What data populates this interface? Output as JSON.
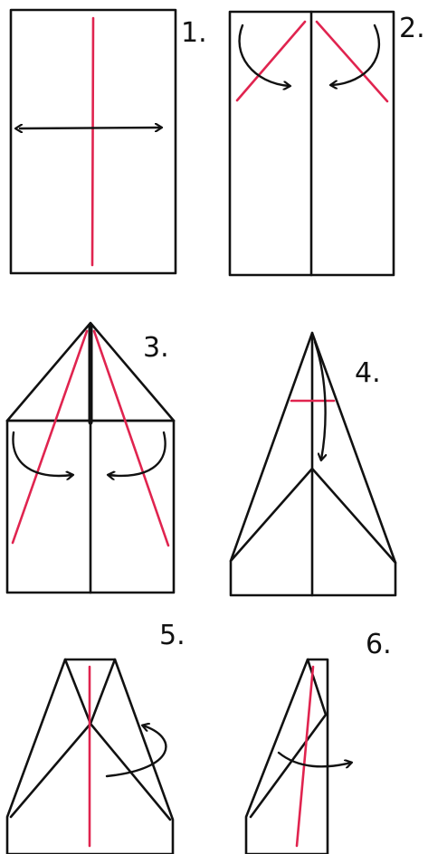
{
  "colors": {
    "ink": "#111111",
    "crease": "#e0244f",
    "background": "#ffffff"
  },
  "steps": [
    {
      "label": "1."
    },
    {
      "label": "2."
    },
    {
      "label": "3."
    },
    {
      "label": "4."
    },
    {
      "label": "5."
    },
    {
      "label": "6."
    }
  ]
}
